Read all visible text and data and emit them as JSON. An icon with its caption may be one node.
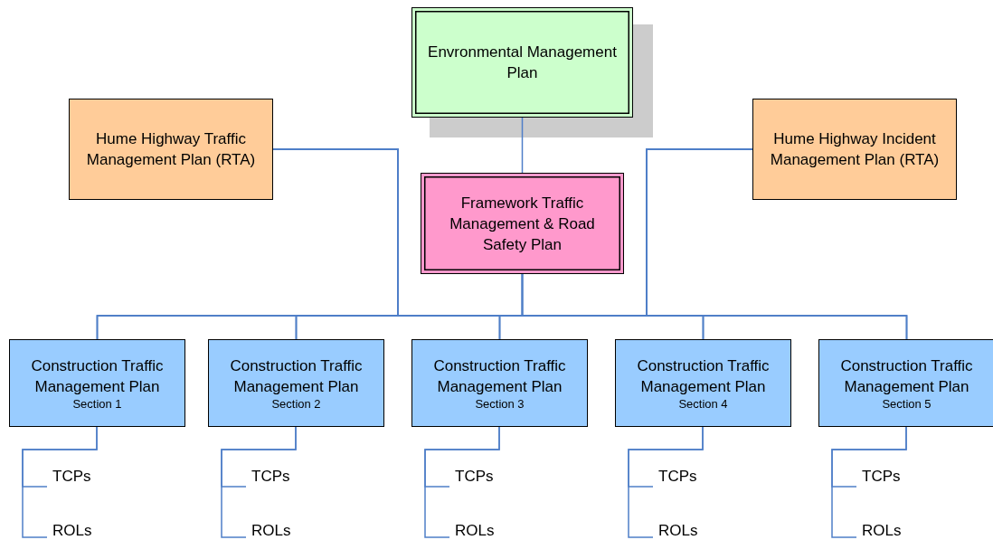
{
  "diagram": {
    "nodes": [
      {
        "text": [
          "Envronmental Management Plan"
        ]
      },
      {
        "text": [
          "Hume Highway Traffic Management Plan (RTA)"
        ]
      },
      {
        "text": [
          "Framework Traffic Management & Road Safety Plan"
        ]
      },
      {
        "text": [
          "Hume Highway Incident Management Plan (RTA)"
        ]
      },
      {
        "text": [
          "Construction Traffic Management Plan",
          "Section 1"
        ]
      },
      {
        "text": [
          "Construction Traffic Management Plan",
          "Section 2"
        ]
      },
      {
        "text": [
          "Construction Traffic Management Plan",
          "Section 3"
        ]
      },
      {
        "text": [
          "Construction Traffic Management Plan",
          "Section 4"
        ]
      },
      {
        "text": [
          "Construction Traffic Management Plan",
          "Section 5"
        ]
      },
      {
        "text": [
          "TCPs"
        ]
      },
      {
        "text": [
          "ROLs"
        ]
      },
      {
        "text": [
          "TCPs"
        ]
      },
      {
        "text": [
          "ROLs"
        ]
      },
      {
        "text": [
          "TCPs"
        ]
      },
      {
        "text": [
          "ROLs"
        ]
      },
      {
        "text": [
          "TCPs"
        ]
      },
      {
        "text": [
          "ROLs"
        ]
      },
      {
        "text": [
          "TCPs"
        ]
      },
      {
        "text": [
          "ROLs"
        ]
      }
    ],
    "edges": [
      {
        "from": 0,
        "to": 2,
        "arrow": "none"
      },
      {
        "from": 2,
        "to": 4,
        "arrow": "none"
      },
      {
        "from": 2,
        "to": 5,
        "arrow": "none"
      },
      {
        "from": 2,
        "to": 6,
        "arrow": "none"
      },
      {
        "from": 2,
        "to": 7,
        "arrow": "none"
      },
      {
        "from": 2,
        "to": 8,
        "arrow": "none"
      },
      {
        "from": 1,
        "to": 4,
        "arrow": "none"
      },
      {
        "from": 1,
        "to": 5,
        "arrow": "none"
      },
      {
        "from": 1,
        "to": 6,
        "arrow": "none"
      },
      {
        "from": 1,
        "to": 7,
        "arrow": "none"
      },
      {
        "from": 1,
        "to": 8,
        "arrow": "none"
      },
      {
        "from": 3,
        "to": 4,
        "arrow": "none"
      },
      {
        "from": 3,
        "to": 5,
        "arrow": "none"
      },
      {
        "from": 3,
        "to": 6,
        "arrow": "none"
      },
      {
        "from": 3,
        "to": 7,
        "arrow": "none"
      },
      {
        "from": 3,
        "to": 8,
        "arrow": "none"
      },
      {
        "from": 4,
        "to": 9,
        "arrow": "none"
      },
      {
        "from": 4,
        "to": 10,
        "arrow": "none"
      },
      {
        "from": 5,
        "to": 11,
        "arrow": "none"
      },
      {
        "from": 5,
        "to": 12,
        "arrow": "none"
      },
      {
        "from": 6,
        "to": 13,
        "arrow": "none"
      },
      {
        "from": 6,
        "to": 14,
        "arrow": "none"
      },
      {
        "from": 7,
        "to": 15,
        "arrow": "none"
      },
      {
        "from": 7,
        "to": 16,
        "arrow": "none"
      },
      {
        "from": 8,
        "to": 17,
        "arrow": "none"
      },
      {
        "from": 8,
        "to": 18,
        "arrow": "none"
      }
    ]
  }
}
